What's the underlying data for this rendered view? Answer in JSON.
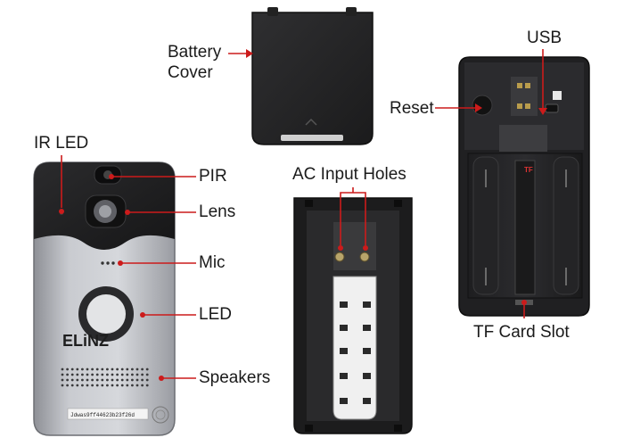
{
  "brand": "ELiNZ",
  "serial": "Jdwas9ff44623b23f26d",
  "tf_mark": "TF",
  "accent_color": "#cc1b1b",
  "labels": {
    "battery_cover_line1": "Battery",
    "battery_cover_line2": "Cover",
    "usb": "USB",
    "reset": "Reset",
    "ir_led": "IR LED",
    "pir": "PIR",
    "lens": "Lens",
    "mic": "Mic",
    "led": "LED",
    "speakers": "Speakers",
    "ac_input_holes": "AC Input Holes",
    "tf_card_slot": "TF Card Slot"
  }
}
